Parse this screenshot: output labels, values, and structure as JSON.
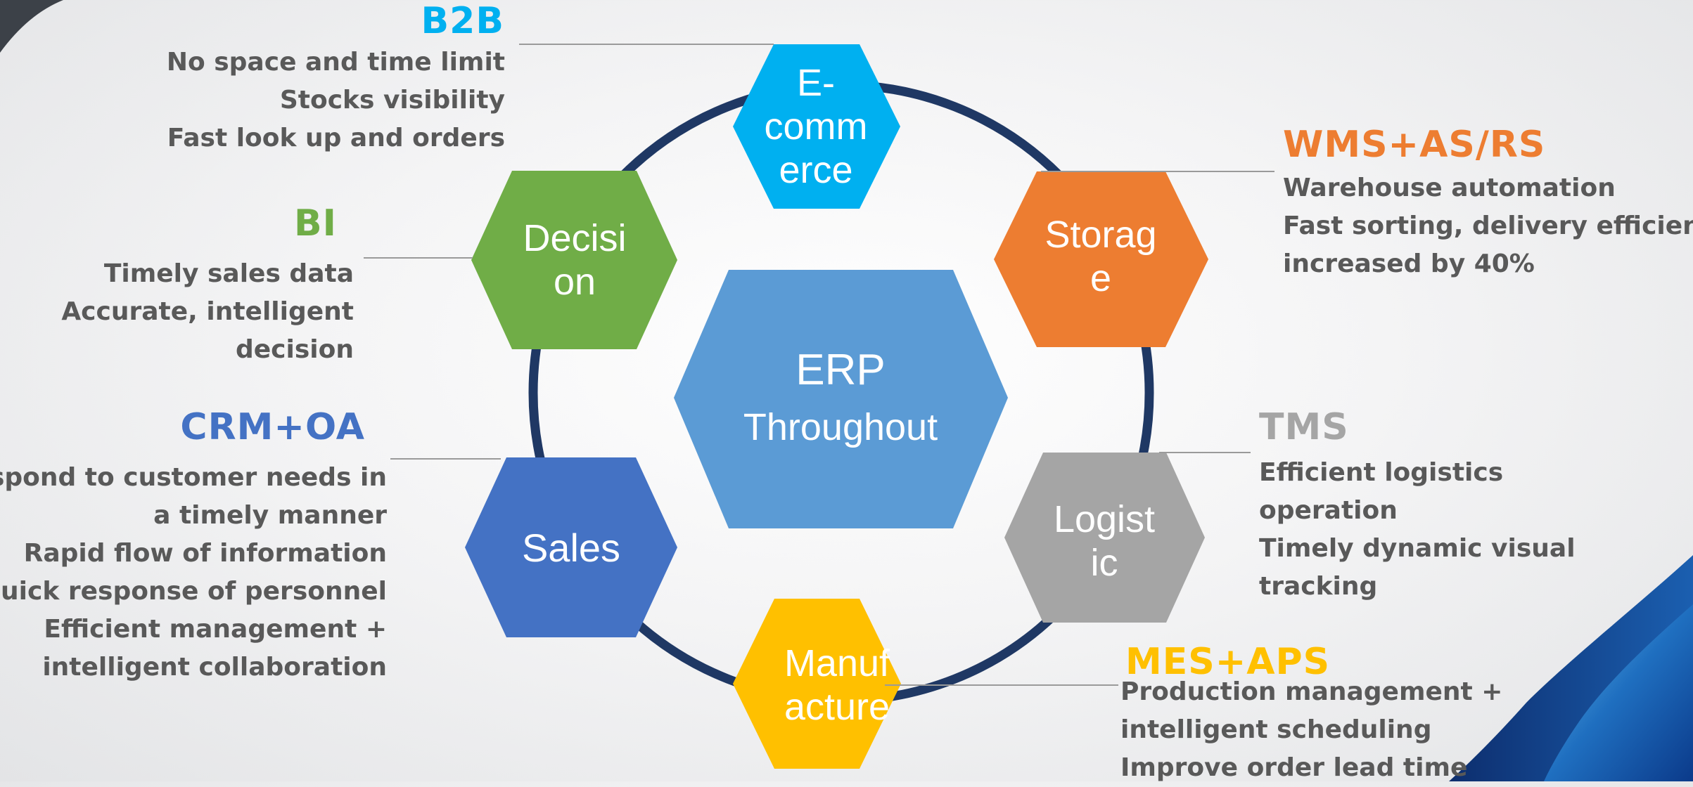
{
  "colors": {
    "ring": "#1f3864",
    "ecommerce": "#00b0f0",
    "storage": "#ed7d31",
    "logistic": "#a5a5a5",
    "manufacture": "#ffc000",
    "sales": "#4472c4",
    "decision": "#70ad47",
    "center": "#5b9bd5",
    "desc_text": "#595959",
    "connector": "#9a9a9a"
  },
  "center": {
    "line1": "ERP",
    "line2": "Throughout"
  },
  "hexes": {
    "ecommerce": [
      "E-",
      "comm",
      "erce"
    ],
    "storage": [
      "Storag",
      "e"
    ],
    "logistic": [
      "Logist",
      "ic"
    ],
    "manufacture": [
      "Manuf",
      "acture"
    ],
    "sales": [
      "Sales"
    ],
    "decision": [
      "Decisi",
      "on"
    ]
  },
  "callouts": {
    "b2b": {
      "title": "B2B",
      "lines": [
        "No space and time limit",
        "Stocks visibility",
        "Fast look up and orders"
      ]
    },
    "bi": {
      "title": "BI",
      "lines": [
        "Timely sales data",
        "Accurate, intelligent",
        "decision"
      ]
    },
    "crm": {
      "title": "CRM+OA",
      "lines": [
        "Respond to customer needs in",
        "a timely manner",
        "Rapid flow of information",
        "Quick response of personnel",
        "Efficient management +",
        "intelligent collaboration"
      ]
    },
    "wms": {
      "title": "WMS+AS/RS",
      "lines": [
        "Warehouse automation",
        "Fast sorting, delivery efficiency",
        "increased by 40%"
      ]
    },
    "tms": {
      "title": "TMS",
      "lines": [
        "Efficient logistics",
        "operation",
        "Timely dynamic visual",
        "tracking"
      ]
    },
    "mes": {
      "title": "MES+APS",
      "lines": [
        "Production management +",
        "intelligent scheduling",
        "Improve order lead time"
      ]
    }
  }
}
